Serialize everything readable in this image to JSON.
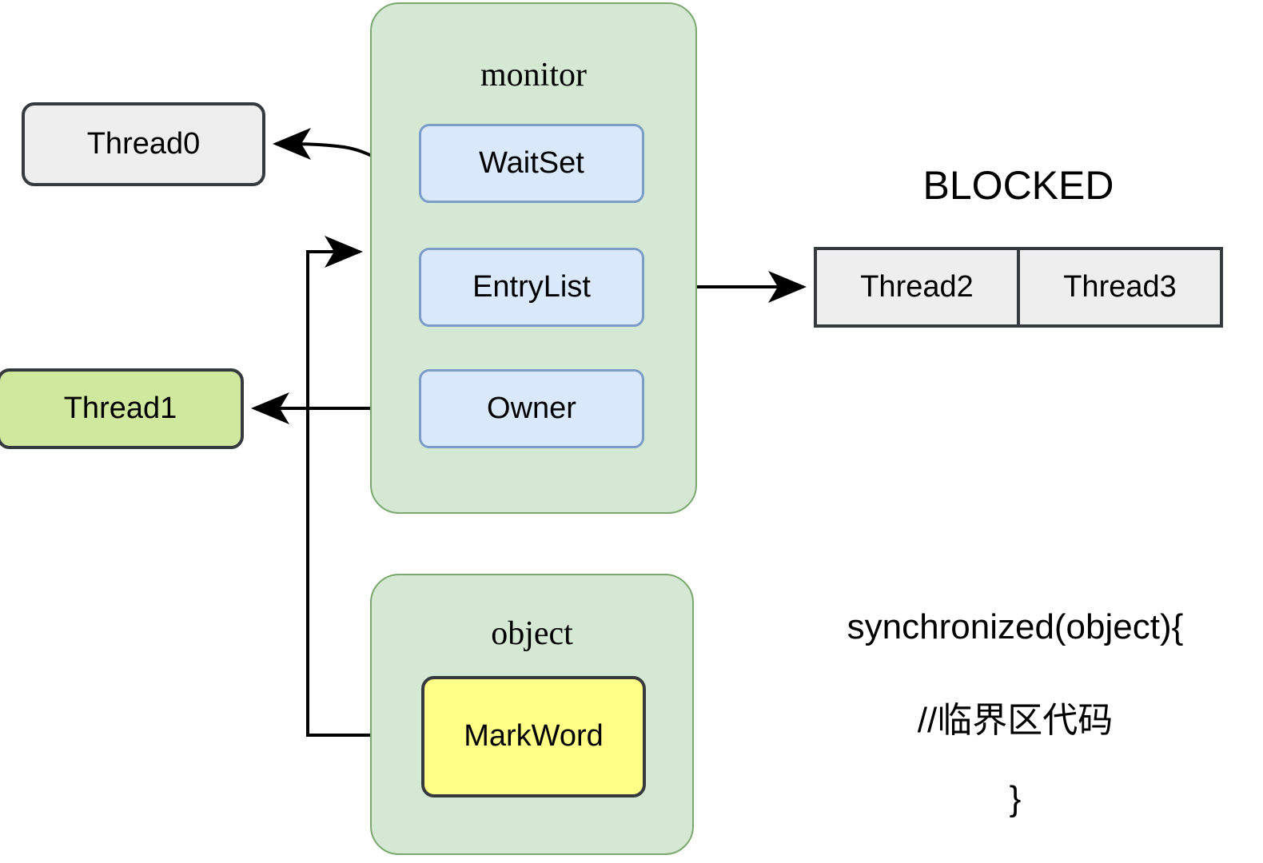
{
  "diagram": {
    "title_monitor": "monitor",
    "title_object": "object",
    "blocked_label": "BLOCKED",
    "nodes": {
      "thread0": "Thread0",
      "thread1": "Thread1",
      "waitset": "WaitSet",
      "entrylist": "EntryList",
      "owner": "Owner",
      "markword": "MarkWord"
    },
    "blocked_table": {
      "cells": [
        "Thread2",
        "Thread3"
      ]
    },
    "code": {
      "line1": "synchronized(object){",
      "line2": "//临界区代码",
      "line3": "}"
    },
    "colors": {
      "container_fill": "#d5e8d4",
      "container_stroke": "#7aa86f",
      "blue_fill": "#dae8fc",
      "blue_stroke": "#7a9cc6",
      "gray_fill": "#eeeeee",
      "dark_stroke": "#36393d",
      "green_fill": "#cfe89d",
      "yellow_fill": "#ffff88",
      "edge_stroke": "#000000"
    }
  }
}
